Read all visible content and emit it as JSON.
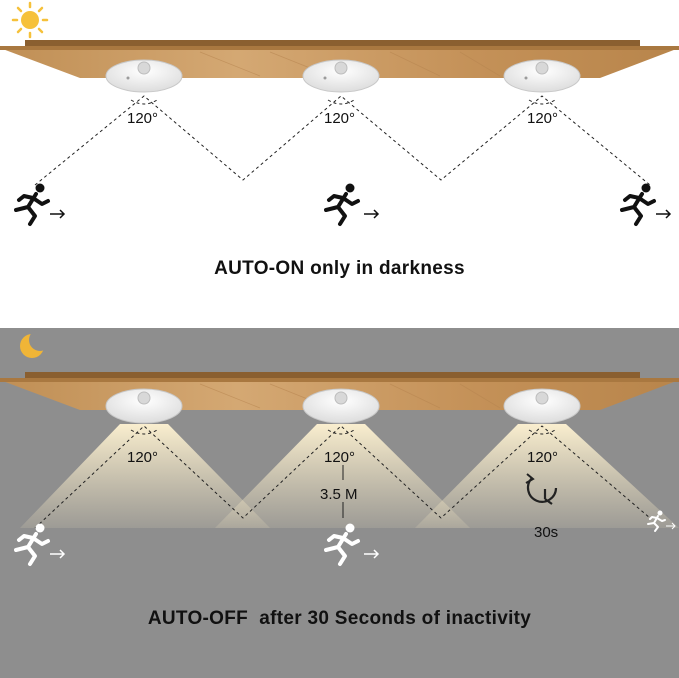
{
  "colors": {
    "wood": "#c99a5e",
    "wood_dark": "#a97840",
    "sun": "#f6c13a",
    "moon": "#f0b537",
    "light_beam": "#fff0c8",
    "dark_bg": "#8e8e8e"
  },
  "top_panel": {
    "icon": "sun-icon",
    "angle_labels": [
      "120°",
      "120°",
      "120°"
    ],
    "caption": "AUTO-ON only in darkness"
  },
  "bottom_panel": {
    "icon": "moon-icon",
    "angle_labels": [
      "120°",
      "120°",
      "120°"
    ],
    "distance_label": "3.5 M",
    "timer_label": "30s",
    "timer_icon": "timer-clock-icon",
    "caption": "AUTO-OFF  after 30 Seconds of inactivity"
  }
}
